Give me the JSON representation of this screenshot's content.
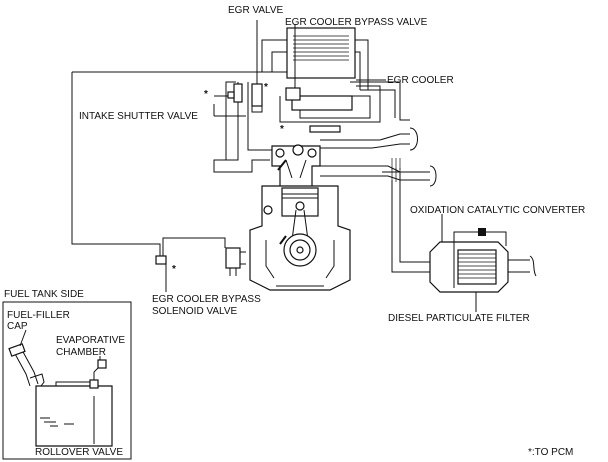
{
  "labels": {
    "egr_valve": "EGR VALVE",
    "egr_cooler_bypass_valve": "EGR COOLER BYPASS VALVE",
    "egr_cooler": "EGR COOLER",
    "intake_shutter_valve": "INTAKE SHUTTER VALVE",
    "oxidation_catalytic_converter": "OXIDATION CATALYTIC CONVERTER",
    "egr_cooler_bypass_solenoid_valve_line1": "EGR COOLER BYPASS",
    "egr_cooler_bypass_solenoid_valve_line2": "SOLENOID VALVE",
    "diesel_particulate_filter": "DIESEL PARTICULATE FILTER",
    "fuel_tank_side": "FUEL TANK SIDE",
    "fuel_filler_cap_line1": "FUEL-FILLER",
    "fuel_filler_cap_line2": "CAP",
    "evaporative_chamber_line1": "EVAPORATIVE",
    "evaporative_chamber_line2": "CHAMBER",
    "rollover_valve": "ROLLOVER VALVE",
    "to_pcm_legend": "*:TO PCM",
    "asterisk": "*"
  }
}
